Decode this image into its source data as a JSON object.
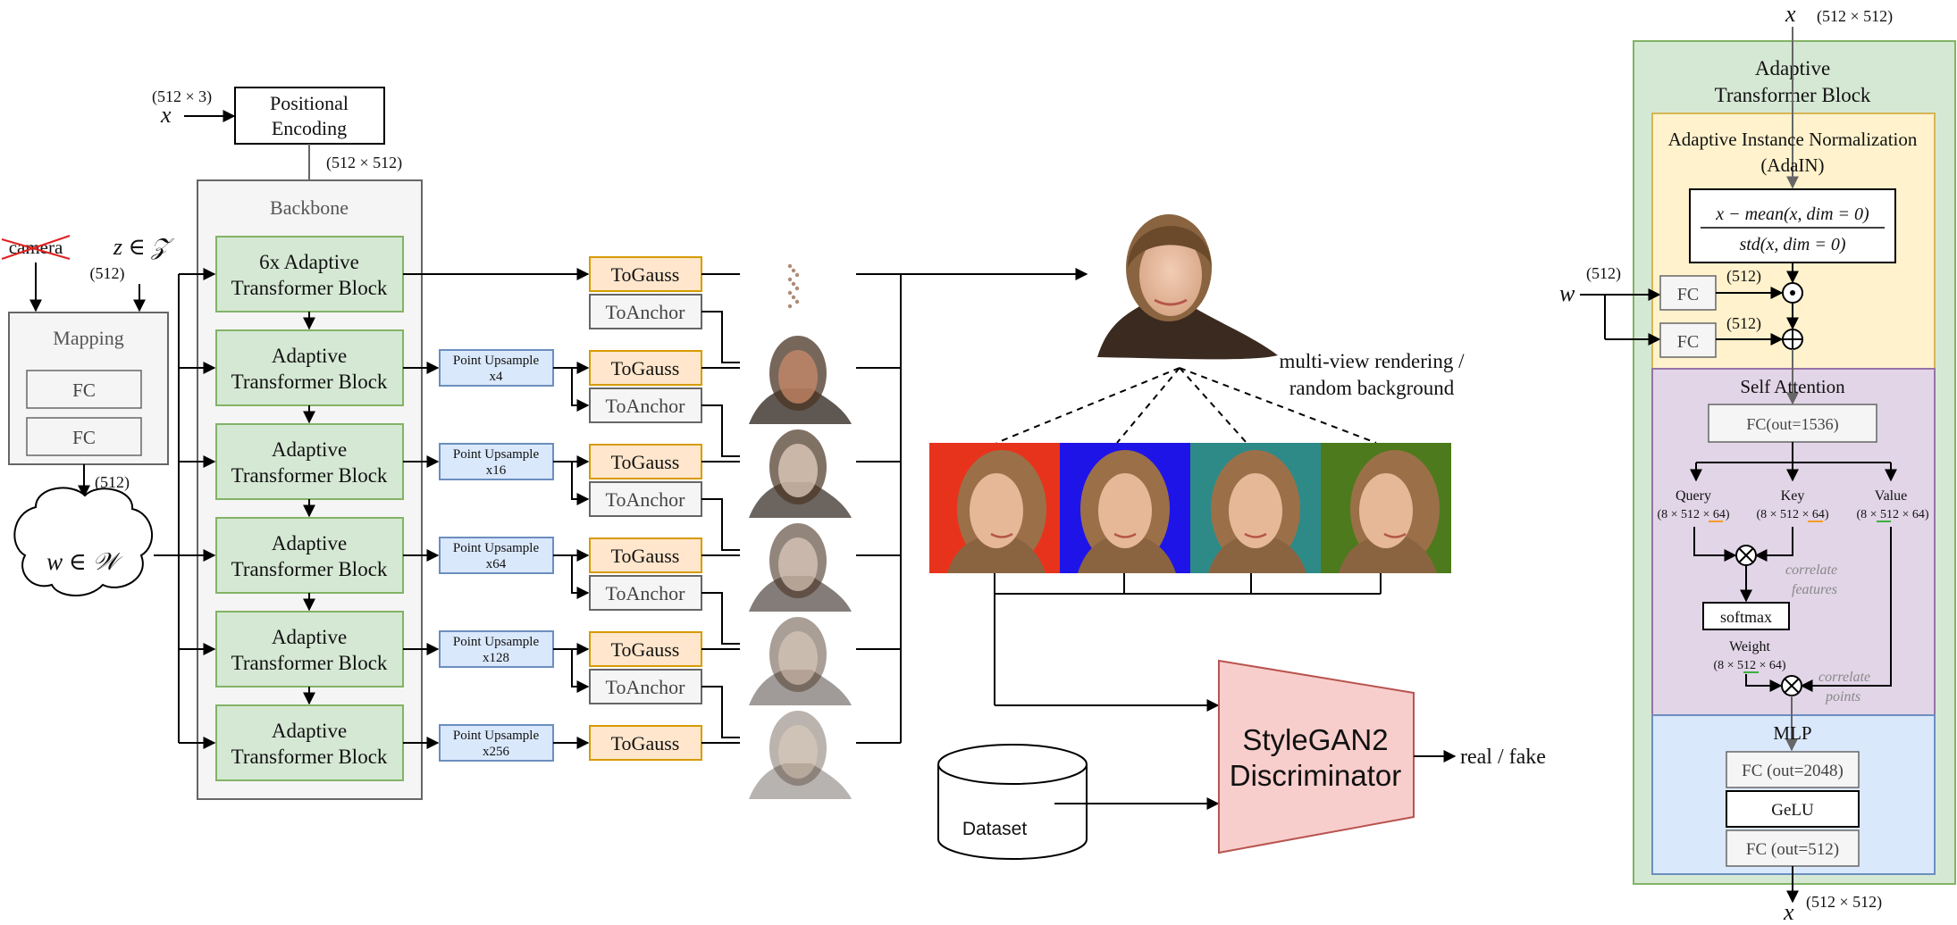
{
  "input": {
    "x_symbol": "x",
    "x_dim": "(512 × 3)",
    "pe_line1": "Positional",
    "pe_line2": "Encoding",
    "pe_out_dim": "(512 × 512)",
    "camera": "camera",
    "z_label": "z ∈ 𝒵",
    "z_dim": "(512)"
  },
  "mapping": {
    "title": "Mapping",
    "fc1": "FC",
    "fc2": "FC",
    "out_dim": "(512)",
    "w_label": "w ∈ 𝒲"
  },
  "backbone": {
    "title": "Backbone",
    "blocks": [
      {
        "line1": "6x Adaptive",
        "line2": "Transformer Block"
      },
      {
        "line1": "Adaptive",
        "line2": "Transformer Block"
      },
      {
        "line1": "Adaptive",
        "line2": "Transformer Block"
      },
      {
        "line1": "Adaptive",
        "line2": "Transformer Block"
      },
      {
        "line1": "Adaptive",
        "line2": "Transformer Block"
      },
      {
        "line1": "Adaptive",
        "line2": "Transformer Block"
      }
    ]
  },
  "upsample": [
    {
      "line1": "Point Upsample",
      "line2": "x4"
    },
    {
      "line1": "Point Upsample",
      "line2": "x16"
    },
    {
      "line1": "Point Upsample",
      "line2": "x64"
    },
    {
      "line1": "Point Upsample",
      "line2": "x128"
    },
    {
      "line1": "Point Upsample",
      "line2": "x256"
    }
  ],
  "heads": {
    "togauss": "ToGauss",
    "toanchor": "ToAnchor"
  },
  "rendering": {
    "caption_line1": "multi-view rendering /",
    "caption_line2": "random background",
    "view_backgrounds": [
      "#e8331c",
      "#1f14e8",
      "#2e8a87",
      "#4d7a1c"
    ]
  },
  "discriminator": {
    "dataset": "Dataset",
    "line1": "StyleGAN2",
    "line2": "Discriminator",
    "output": "real / fake"
  },
  "detail": {
    "in_x": "x",
    "in_dim": "(512 × 512)",
    "title_line1": "Adaptive",
    "title_line2": "Transformer Block",
    "adain_line1": "Adaptive Instance Normalization",
    "adain_line2": "(AdaIN)",
    "formula_num": "x − mean(x, dim = 0)",
    "formula_den": "std(x, dim = 0)",
    "w_symbol": "w",
    "w_dim": "(512)",
    "fc": "FC",
    "fc_dim1": "(512)",
    "fc_dim2": "(512)",
    "self_attention": "Self Attention",
    "fc_qkv": "FC(out=1536)",
    "query": "Query",
    "query_dim": "(8 × 512 × 64)",
    "key": "Key",
    "key_dim": "(8 × 512 × 64)",
    "value": "Value",
    "value_dim": "(8 × 512 × 64)",
    "correlate_features_1": "correlate",
    "correlate_features_2": "features",
    "softmax": "softmax",
    "weight": "Weight",
    "weight_dim": "(8 × 512 × 64)",
    "correlate_points_1": "correlate",
    "correlate_points_2": "points",
    "mlp": "MLP",
    "mlp_fc1": "FC (out=2048)",
    "mlp_gelu": "GeLU",
    "mlp_fc2": "FC (out=512)",
    "out_x": "x",
    "out_dim": "(512 × 512)"
  },
  "colors": {
    "block_fill": "#d5e8d4",
    "block_stroke": "#82b366",
    "upsample_fill": "#dae8fc",
    "upsample_stroke": "#6c8ebf",
    "togauss_fill": "#ffe6cc",
    "togauss_stroke": "#d79b00",
    "toanchor_fill": "#f5f5f5",
    "disc_fill": "#f8cecc",
    "disc_stroke": "#b85450",
    "adain_fill": "#fff2cc",
    "attn_fill": "#e1d5e7",
    "mlp_fill": "#dae8fc"
  }
}
